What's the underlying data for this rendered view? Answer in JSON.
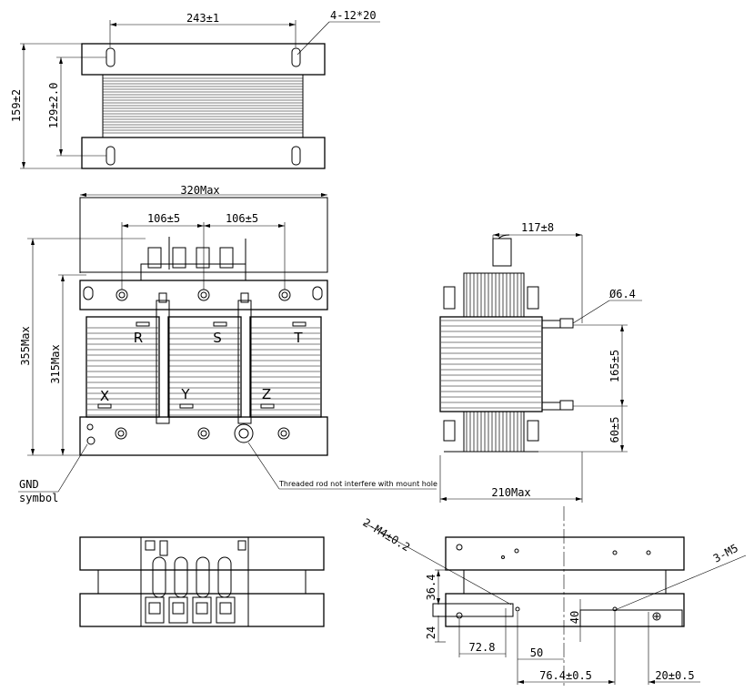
{
  "top_view": {
    "dim_width": "243±1",
    "dim_holes": "4-12*20",
    "dim_height_outer": "159±2",
    "dim_height_inner": "129±2.0"
  },
  "front_view": {
    "dim_max_width": "320Max",
    "dim_spacing_left": "106±5",
    "dim_spacing_right": "106±5",
    "dim_total_height": "355Max",
    "dim_core_height": "315Max",
    "phase_labels": [
      "R",
      "S",
      "T"
    ],
    "end_labels": [
      "X",
      "Y",
      "Z"
    ],
    "gnd_label": "GND",
    "gnd_label_2": "symbol",
    "rod_note": "Threaded rod not interfere with mount hole"
  },
  "side_view": {
    "dim_top": "117±8",
    "dim_hole": "Ø6.4",
    "dim_terminal_spacing": "165±5",
    "dim_terminal_bottom": "60±5",
    "dim_max_depth": "210Max"
  },
  "base_view": {
    "dim_m4": "2-M4±0.2",
    "dim_m5": "3-M5",
    "dim_36_4": "36.4",
    "dim_24": "24",
    "dim_72_8": "72.8",
    "dim_50": "50",
    "dim_40": "40",
    "dim_76_4": "76.4±0.5",
    "dim_20": "20±0.5"
  }
}
